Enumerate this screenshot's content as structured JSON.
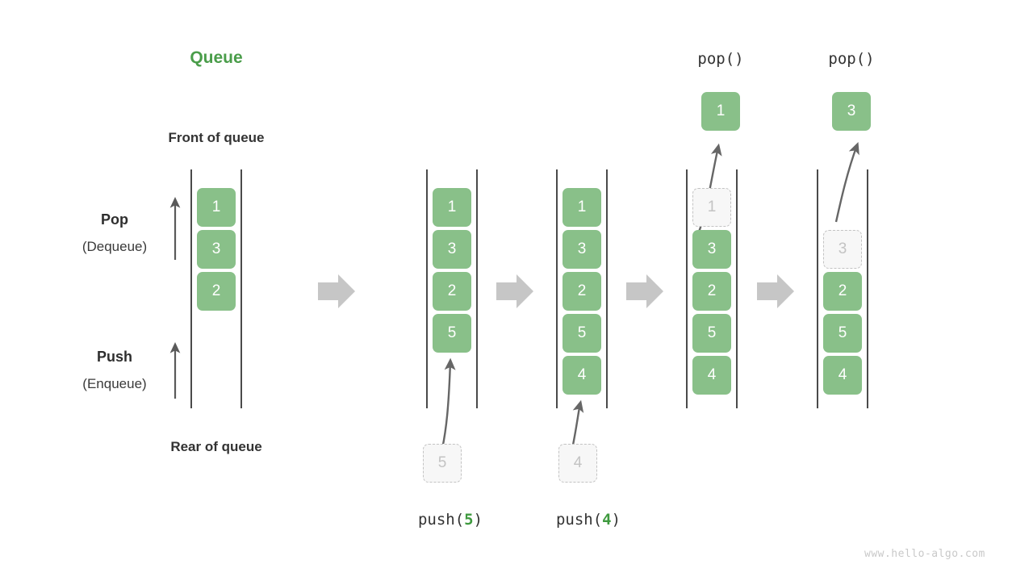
{
  "diagram": {
    "title": "Queue",
    "title_color": "#4a9d4a",
    "accent_color": "#89c089",
    "ghost_color": "#c3c3c3",
    "arrow_color": "#c6c6c6",
    "watermark": "www.hello-algo.com",
    "labels": {
      "front": "Front of queue",
      "rear": "Rear of queue",
      "pop_name": "Pop",
      "pop_alt": "(Dequeue)",
      "push_name": "Push",
      "push_alt": "(Enqueue)"
    },
    "panels": [
      {
        "id": "initial",
        "caption": "",
        "caption_prefix": "",
        "caption_arg": "",
        "caption_suffix": "",
        "top_label": "",
        "cells": [
          "1",
          "3",
          "2"
        ],
        "ghost_index": -1,
        "incoming": null,
        "result": null
      },
      {
        "id": "push-5",
        "caption": "push(5)",
        "caption_prefix": "push(",
        "caption_arg": "5",
        "caption_suffix": ")",
        "top_label": "",
        "cells": [
          "1",
          "3",
          "2",
          "5"
        ],
        "ghost_index": -1,
        "incoming": "5",
        "result": null
      },
      {
        "id": "push-4",
        "caption": "push(4)",
        "caption_prefix": "push(",
        "caption_arg": "4",
        "caption_suffix": ")",
        "top_label": "",
        "cells": [
          "1",
          "3",
          "2",
          "5",
          "4"
        ],
        "ghost_index": -1,
        "incoming": "4",
        "result": null
      },
      {
        "id": "pop-1",
        "caption": "",
        "caption_prefix": "",
        "caption_arg": "",
        "caption_suffix": "",
        "top_label": "pop()",
        "cells": [
          "1",
          "3",
          "2",
          "5",
          "4"
        ],
        "ghost_index": 0,
        "incoming": null,
        "result": "1"
      },
      {
        "id": "pop-3",
        "caption": "",
        "caption_prefix": "",
        "caption_arg": "",
        "caption_suffix": "",
        "top_label": "pop()",
        "cells": [
          "3",
          "2",
          "5",
          "4"
        ],
        "ghost_index": 0,
        "incoming": null,
        "result": "3"
      }
    ]
  }
}
